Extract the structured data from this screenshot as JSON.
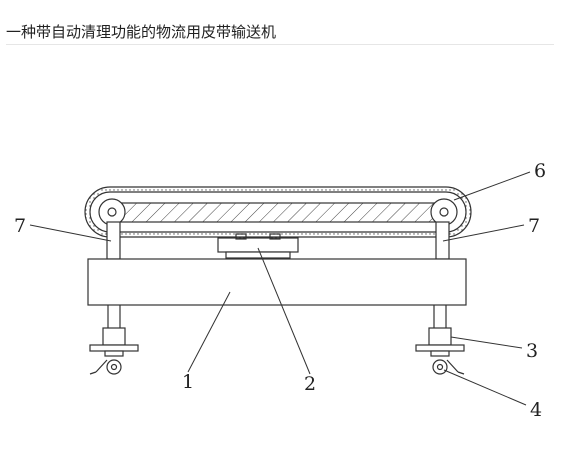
{
  "page": {
    "title": "一种带自动清理功能的物流用皮带输送机"
  },
  "figure": {
    "labels": {
      "frame_body": "1",
      "cleaning_device": "2",
      "support_leg_right": "3",
      "caster_wheel_right": "4",
      "conveyor_belt": "6",
      "roller_support_left": "7",
      "roller_support_right": "7"
    }
  },
  "colors": {
    "line": "#333333",
    "text": "#222222",
    "rule": "#e6e6e6"
  }
}
